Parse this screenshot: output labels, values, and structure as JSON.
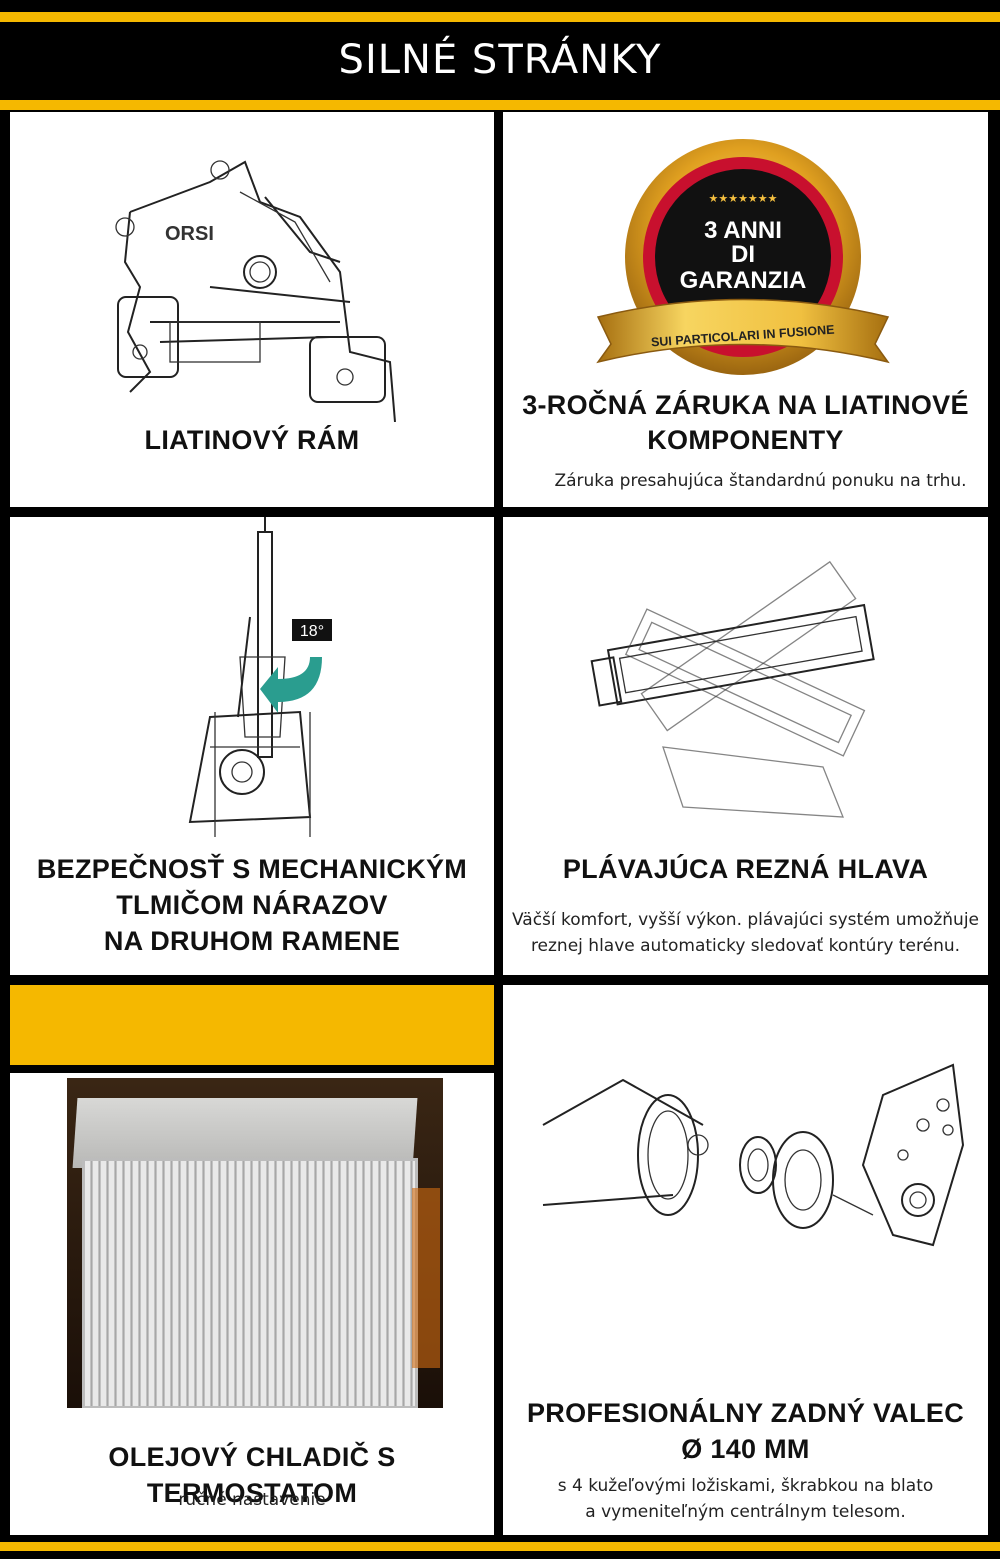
{
  "header": {
    "title": "SILNÉ STRÁNKY"
  },
  "cells": {
    "frame": {
      "title": "LIATINOVÝ RÁM",
      "logo_text": "ORSI"
    },
    "warranty": {
      "title_line1": "3-ROČNÁ ZÁRUKA NA LIATINOVÉ",
      "title_line2": "KOMPONENTY",
      "desc": "Záruka presahujúca štandardnú ponuku na trhu.",
      "badge": {
        "line1": "3 ANNI",
        "line2": "DI",
        "line3": "GARANZIA",
        "ribbon": "SUI PARTICOLARI IN FUSIONE",
        "stars": "★★★★★★★"
      }
    },
    "safety": {
      "title_line1": "BEZPEČNOSŤ S MECHANICKÝM",
      "title_line2": "TLMIČOM NÁRAZOV",
      "title_line3": "NA DRUHOM RAMENE",
      "angle_label": "18°"
    },
    "floating_head": {
      "title": "PLÁVAJÚCA REZNÁ HLAVA",
      "desc_line1": "Väčší komfort, vyšší výkon. plávajúci systém umožňuje",
      "desc_line2": "reznej hlave automaticky sledovať kontúry terénu."
    },
    "oil_cooler": {
      "title": "OLEJOVÝ CHLADIČ S TERMOSTATOM",
      "desc": "ručné nastavenie"
    },
    "roller": {
      "title_line1": "PROFESIONÁLNY ZADNÝ VALEC",
      "title_line2": "Ø 140 MM",
      "desc_line1": "s 4 kužeľovými ložiskami, škrabkou na blato",
      "desc_line2": "a vymeniteľným centrálnym telesom."
    }
  },
  "colors": {
    "accent": "#f5b800",
    "background": "#000000",
    "panel": "#ffffff",
    "arrow": "#2a9d8f"
  }
}
